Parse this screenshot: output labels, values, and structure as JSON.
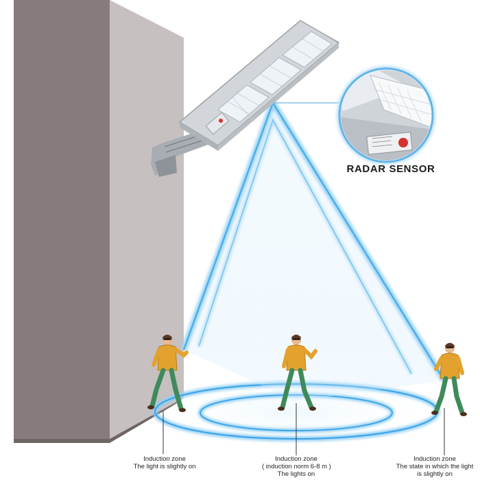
{
  "callout": {
    "title": "RADAR SENSOR"
  },
  "zones": [
    {
      "lines": [
        "Induction zone",
        "The light is slightly on"
      ]
    },
    {
      "lines": [
        "Induction zone",
        "( induction norm 6-8 m )",
        "The lights on"
      ]
    },
    {
      "lines": [
        "Induction zone",
        "The state in which the light",
        "is slightly on"
      ]
    }
  ],
  "colors": {
    "wall_front": "#8a7e7e",
    "wall_side": "#c3bbbb",
    "beam": "#5fb8ee",
    "ring": "#4aa8ea",
    "jacket": "#e3a22e",
    "pants": "#3f8a5a",
    "lamp_body": "#c9cdd2",
    "led_panel": "#f4f7fb"
  }
}
